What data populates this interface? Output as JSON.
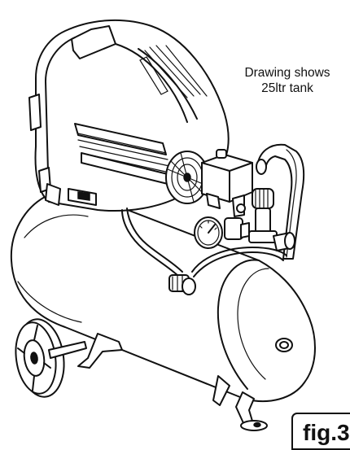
{
  "caption": {
    "line1": "Drawing shows",
    "line2": "25ltr tank"
  },
  "figure": {
    "label": "fig.3"
  },
  "icons": {
    "illustration": "air-compressor-line-drawing"
  }
}
